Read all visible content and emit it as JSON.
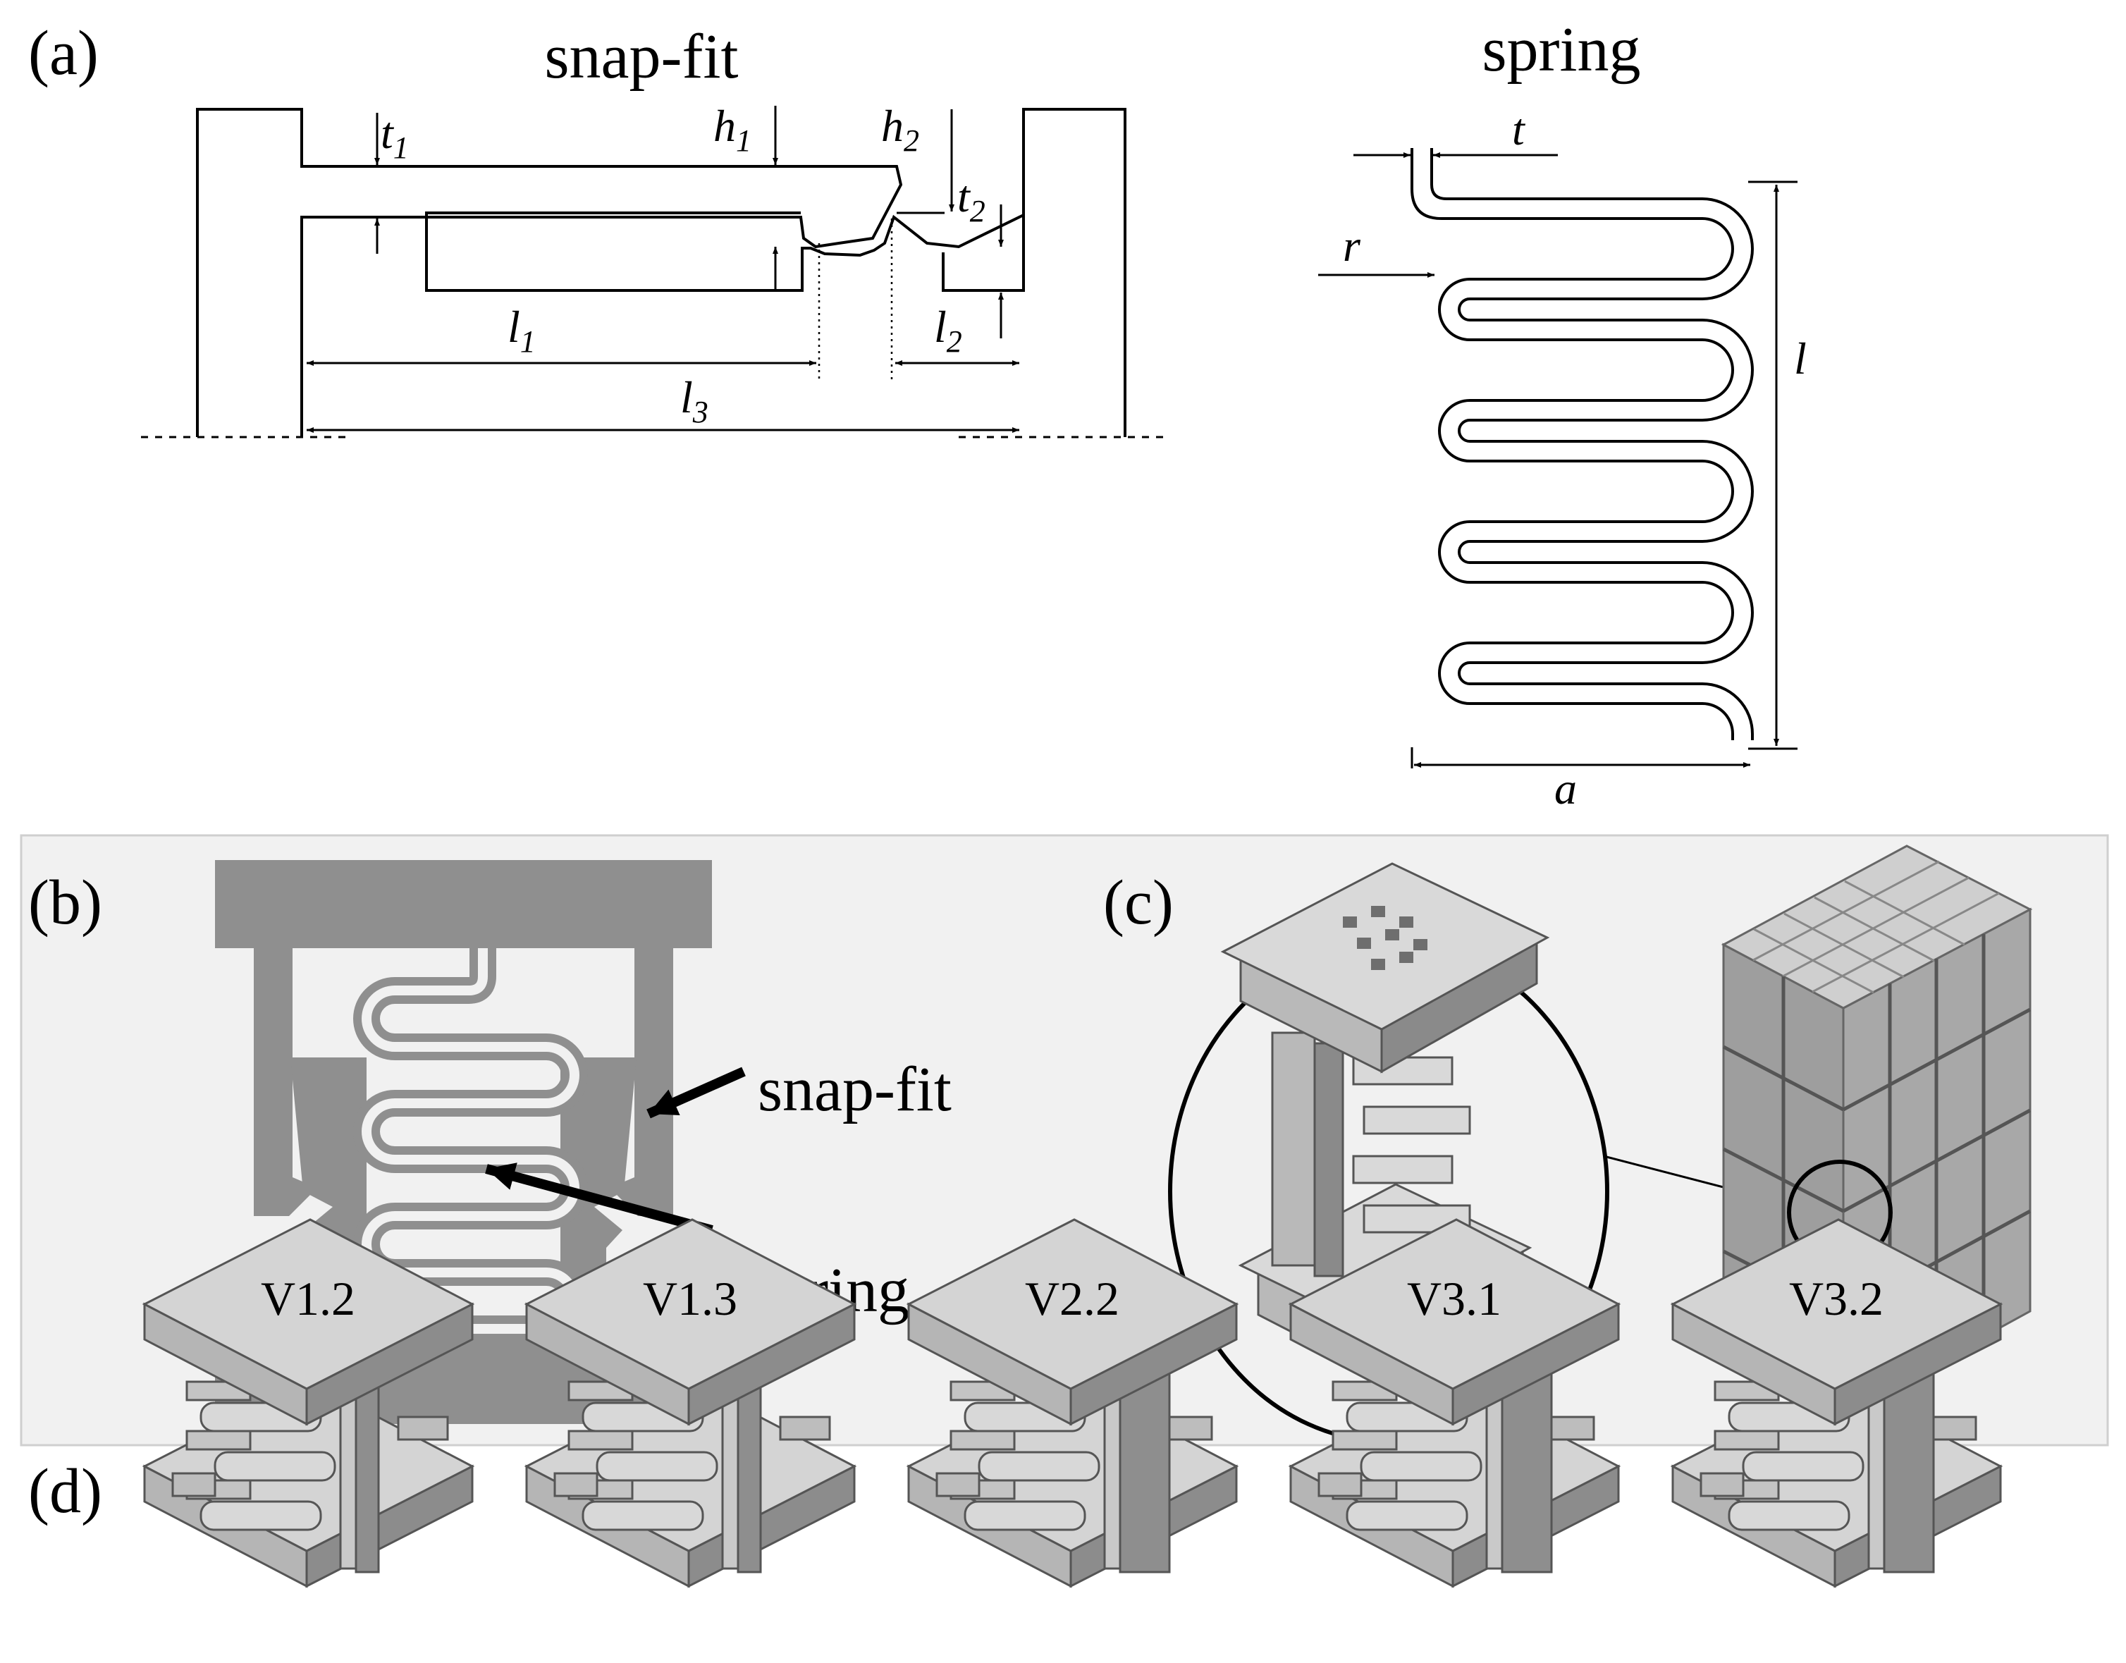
{
  "panel_a": {
    "label": "(a)",
    "snapfit_title": "snap-fit",
    "spring_title": "spring",
    "dims": {
      "t1": "t",
      "t1_sub": "1",
      "h1": "h",
      "h1_sub": "1",
      "h2": "h",
      "h2_sub": "2",
      "t2": "t",
      "t2_sub": "2",
      "l1": "l",
      "l1_sub": "1",
      "l2": "l",
      "l2_sub": "2",
      "l3": "l",
      "l3_sub": "3",
      "t": "t",
      "r": "r",
      "l": "l",
      "a": "a"
    }
  },
  "panel_b": {
    "label": "(b)",
    "snapfit_label": "snap-fit",
    "spring_label": "spring"
  },
  "panel_c": {
    "label": "(c)"
  },
  "panel_d": {
    "label": "(d)",
    "variants": [
      "V1.2",
      "V1.3",
      "V2.2",
      "V3.1",
      "V3.2"
    ]
  }
}
